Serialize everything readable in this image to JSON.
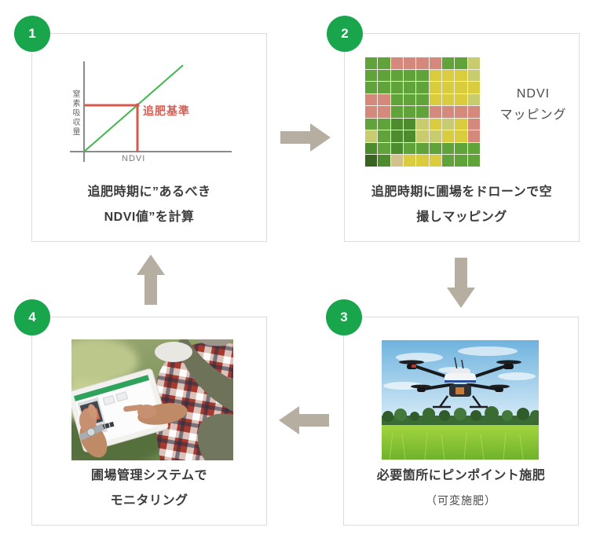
{
  "colors": {
    "badge_green": "#18a54c",
    "card_border": "#dcdcdc",
    "arrow_taupe": "#b7aea2",
    "caption_text": "#3b3b3b",
    "graph_green_line": "#3fb84b",
    "graph_red_line": "#d9584e",
    "graph_axis": "#8a8a8a"
  },
  "steps": [
    {
      "number": "1",
      "caption_lines": [
        "追肥時期に”あるべき",
        "NDVI値”を計算"
      ]
    },
    {
      "number": "2",
      "caption_lines": [
        "追肥時期に圃場をドローンで空",
        "撮しマッピング"
      ],
      "side_label_lines": [
        "NDVI",
        "マッピング"
      ]
    },
    {
      "number": "3",
      "caption_lines": [
        "必要箇所にピンポイント施肥"
      ],
      "subcaption": "（可変施肥）"
    },
    {
      "number": "4",
      "caption_lines": [
        "圃場管理システムで",
        "モニタリング"
      ]
    }
  ],
  "graph": {
    "y_axis_label": "窒素吸収量",
    "x_axis_label": "NDVI",
    "annotation": "追肥基準"
  },
  "ndvi_map": {
    "palette": {
      "g": "#5fa33a",
      "G": "#4d8c2e",
      "d": "#37641f",
      "y": "#d9cd3f",
      "l": "#c8cc6e",
      "r": "#d4897c",
      "t": "#d3c08f"
    },
    "rows": [
      "ggrrrrggl",
      "gggggyyyl",
      "gggggyyyy",
      "rrgggyyyl",
      "rrgggrrrr",
      "ggGGlylyr",
      "lgGGllyyr",
      "GgGgggggg",
      "dGtyyyggg"
    ]
  },
  "arrows": [
    {
      "name": "step1-to-step2",
      "direction": "right"
    },
    {
      "name": "step2-to-step3",
      "direction": "down"
    },
    {
      "name": "step3-to-step4",
      "direction": "left"
    },
    {
      "name": "step4-to-step1",
      "direction": "up"
    }
  ]
}
